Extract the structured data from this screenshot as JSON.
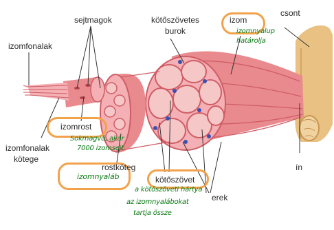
{
  "labels": {
    "izomfonalak": "izomfonalak",
    "sejtmagok": "sejtmagok",
    "kotoszoveti_burok_1": "kötőszövetes",
    "kotoszoveti_burok_2": "burok",
    "izom": "izom",
    "csont": "csont",
    "izomrost": "izomrost",
    "izomfonalak_kotege_1": "izomfonalak",
    "izomfonalak_kotege_2": "kötege",
    "rostkoteg": "rostköteg",
    "kotoszovet": "kötőszövet",
    "erek": "erek",
    "in": "ín"
  },
  "annotations": {
    "izom_1": "izomnyalup",
    "izom_2": "határolja",
    "izomrost_1": "Sokmagvú, akár",
    "izomrost_2": "7000 izomsejt",
    "rostkoteg": "izomnyaláb",
    "kotoszovet_1": "a kötőszöveti hártya",
    "kotoszovet_2": "az izomnyalábokat",
    "kotoszovet_3": "tartja össze"
  },
  "colors": {
    "muscle": "#e98a8e",
    "muscle_light": "#f6c7c7",
    "muscle_dark": "#cf5d66",
    "vessel": "#3b4fb0",
    "bone": "#e8c183",
    "tendon": "#d4dbe6",
    "highlight": "#f2a24b",
    "handwriting": "#0a7a14"
  }
}
